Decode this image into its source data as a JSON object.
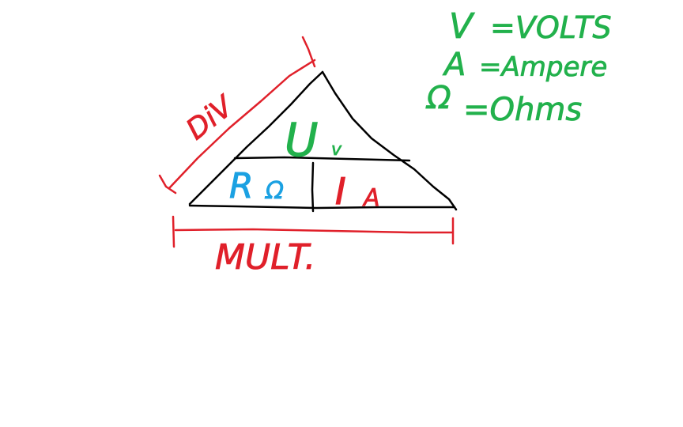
{
  "colors": {
    "black": "#000000",
    "red": "#e0202a",
    "green": "#22b14c",
    "blue": "#1ba1e2"
  },
  "triangle": {
    "top_label": "U",
    "top_subscript": "v",
    "left_label": "R",
    "left_subscript": "Ω",
    "right_label": "I",
    "right_subscript": "A"
  },
  "annotations": {
    "div_label": "DiV",
    "mult_label": "MULT."
  },
  "legend": [
    {
      "symbol": "V",
      "text": "=VOLTS"
    },
    {
      "symbol": "A",
      "text": "=Ampere"
    },
    {
      "symbol": "Ω",
      "text": "=Ohms"
    }
  ]
}
